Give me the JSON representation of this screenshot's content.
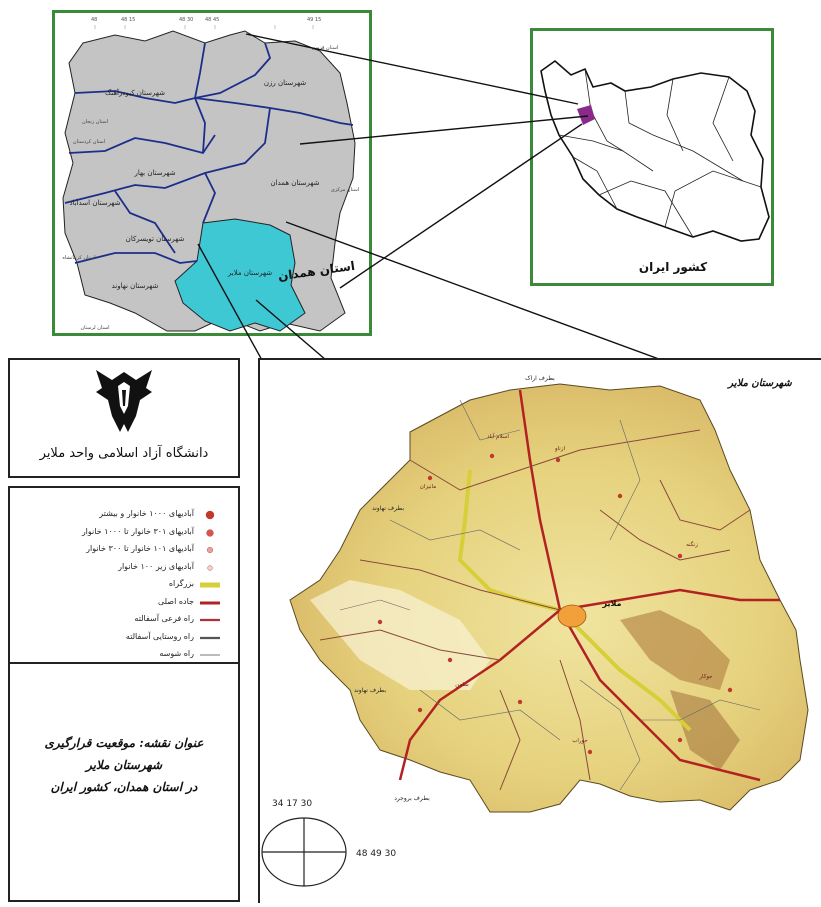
{
  "hamedan": {
    "province_label": "استان همدان",
    "counties": [
      "شهرستان کبودرآهنگ",
      "شهرستان رزن",
      "شهرستان بهار",
      "شهرستان همدان",
      "شهرستان اسدآباد",
      "شهرستان تویسرکان",
      "شهرستان ملایر",
      "شهرستان نهاوند"
    ],
    "neighbors": [
      "استان قزوین",
      "استان زنجان",
      "استان کردستان",
      "استان مرکزی",
      "استان کرمانشاه",
      "استان لرستان"
    ],
    "top_coords": [
      "48",
      "48 15",
      "48 30",
      "48 45",
      "49 15"
    ]
  },
  "iran": {
    "label": "کشور ایران"
  },
  "logo": {
    "university": "دانشگاه آزاد اسلامی واحد ملایر"
  },
  "legend": {
    "items": [
      {
        "label": "آبادیهای ۱۰۰۰ خانوار و بیشتر",
        "symbol": "dot-large",
        "color": "#c0392b"
      },
      {
        "label": "آبادیهای ۳۰۱ خانوار تا ۱۰۰۰ خانوار",
        "symbol": "dot-medium",
        "color": "#d9534f"
      },
      {
        "label": "آبادیهای ۱۰۱ خانوار تا ۳۰۰ خانوار",
        "symbol": "dot-small",
        "color": "#e8a49a"
      },
      {
        "label": "آبادیهای زیر ۱۰۰ خانوار",
        "symbol": "dot-tiny",
        "color": "#f0d0c8"
      },
      {
        "label": "بزرگراه",
        "symbol": "line-highway",
        "color": "#d6cf3a"
      },
      {
        "label": "جاده اصلی",
        "symbol": "line-main",
        "color": "#b22222"
      },
      {
        "label": "راه فرعی آسفالته",
        "symbol": "line-secondary",
        "color": "#b0303a"
      },
      {
        "label": "راه روستایی آسفالته",
        "symbol": "line-rural",
        "color": "#555555"
      },
      {
        "label": "راه شوسه",
        "symbol": "line-gravel",
        "color": "#777777"
      }
    ]
  },
  "title": {
    "line1": "عنوان نقشه: موقعیت قرارگیری شهرستان ملایر",
    "line2": "در استان همدان، کشور ایران"
  },
  "malayer": {
    "label": "شهرستان ملایر",
    "city": "ملایر",
    "directions": [
      "بطرف نهاوند",
      "بطرف نهاوند",
      "بطرف بروجرد",
      "بطرف اراک"
    ],
    "villages": [
      "جوکار",
      "سامن",
      "مانیزان",
      "ازناو",
      "جوراب",
      "زنگنه",
      "اسلام آباد"
    ],
    "coord_lat": "34 17 30",
    "coord_lon": "48 49 30"
  },
  "colors": {
    "panel_border": "#3a8a3a",
    "malayer_fill": "#3ec8d4",
    "province_fill": "#bfbfbf",
    "terrain": "#e8d98a"
  }
}
